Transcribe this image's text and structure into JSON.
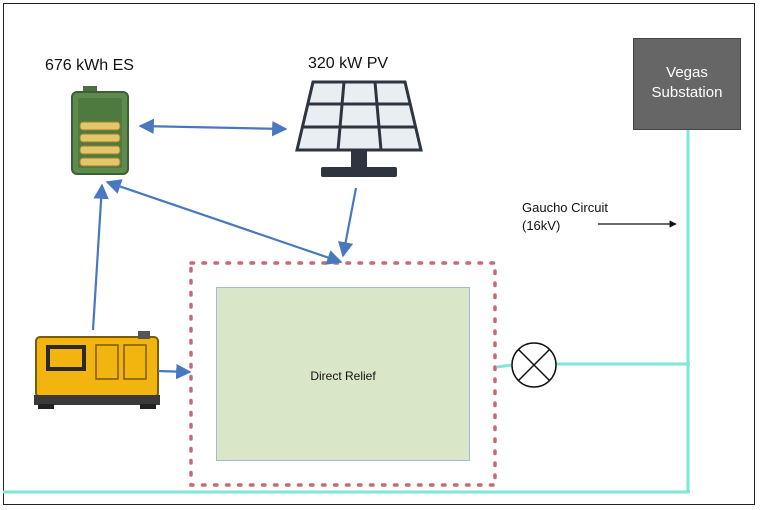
{
  "labels": {
    "energy_storage": "676 kWh ES",
    "solar_pv": "320 kW PV",
    "circuit_line1": "Gaucho Circuit",
    "circuit_line2": "(16kV)",
    "substation_line1": "Vegas",
    "substation_line2": "Substation",
    "facility": "Direct Relief"
  },
  "colors": {
    "arrow": "#4a78c0",
    "line": "#7ee7d6",
    "substation": "#666666",
    "facility_fill": "#d9e6c8",
    "dotted_border": "#c46a78"
  },
  "icons": {
    "battery": "battery-icon",
    "solar_panel": "solar-panel-icon",
    "generator": "generator-icon",
    "switch": "circuit-breaker-icon"
  }
}
